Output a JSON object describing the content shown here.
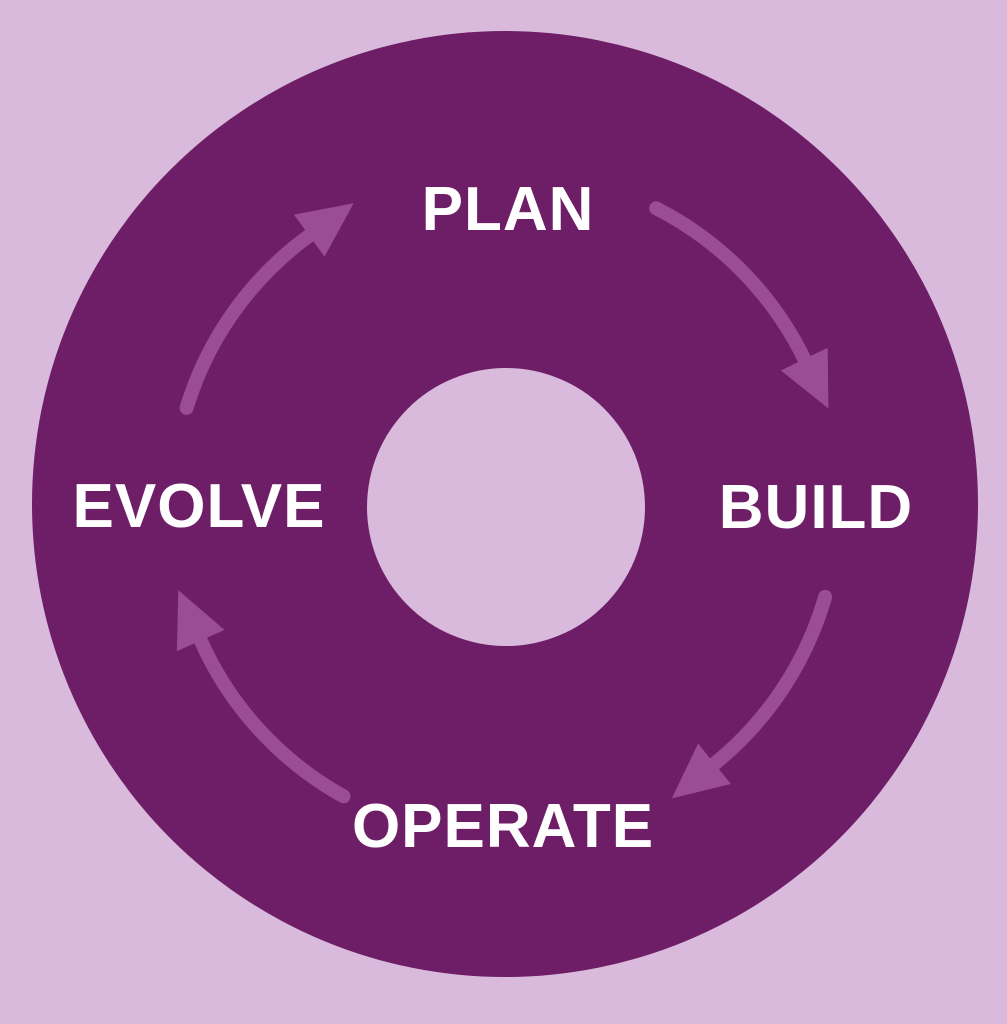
{
  "diagram": {
    "type": "cycle",
    "stages": [
      {
        "label": "PLAN",
        "position": "top"
      },
      {
        "label": "BUILD",
        "position": "right"
      },
      {
        "label": "OPERATE",
        "position": "bottom"
      },
      {
        "label": "EVOLVE",
        "position": "left"
      }
    ],
    "arrows": [
      {
        "from": "PLAN",
        "to": "BUILD",
        "direction": "clockwise"
      },
      {
        "from": "BUILD",
        "to": "OPERATE",
        "direction": "clockwise"
      },
      {
        "from": "OPERATE",
        "to": "EVOLVE",
        "direction": "clockwise"
      },
      {
        "from": "EVOLVE",
        "to": "PLAN",
        "direction": "clockwise"
      }
    ],
    "colors": {
      "background": "#d9badd",
      "ring": "#6e1e66",
      "arrow": "#9a4d92",
      "label": "#ffffff"
    }
  }
}
